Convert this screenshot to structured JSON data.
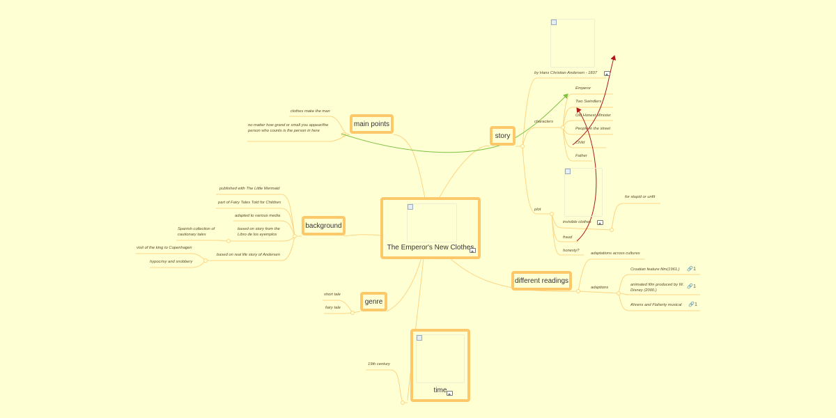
{
  "center": {
    "title": "The Emperor's New Clothes"
  },
  "main_points": {
    "title": "main points",
    "items": [
      "clothes make the man",
      "no  matter how grand or small you appear/the person who counts is the person in here"
    ]
  },
  "background": {
    "title": "background",
    "items": [
      "published with The Little Mermaid",
      "part of Fairy Tales Told for Children",
      "adapted to various media",
      "based on story from the Libro de los eyemplos",
      "Spanish collection of cautionary tales",
      "based on real life story of Andersen",
      "visit of the king to Copenhagen",
      "hypocrisy and snobbery"
    ]
  },
  "genre": {
    "title": "genre",
    "items": [
      "short tale",
      "fairy tale"
    ]
  },
  "time": {
    "title": "time",
    "items": [
      "19th century"
    ]
  },
  "story": {
    "title": "story",
    "author": "by Hans Christian Andersen - 1837",
    "characters_label": "characters",
    "characters": [
      "Emperor",
      "Two Swindlers",
      "Old Honest Minister",
      "People in the street",
      "Child",
      "Father"
    ],
    "plot_label": "plot",
    "plot": [
      "invisible clothes",
      "fraud",
      "honesty?"
    ],
    "plot_sub": "for stupid or unfit"
  },
  "readings": {
    "title": "different readings",
    "items": [
      "adaptations across cultures",
      "adaptions"
    ],
    "adaptions": [
      "Croatian feature film(1961.)",
      "animated film produced by W. Disney (2000.)",
      "Ahrens and Flaherty musical"
    ],
    "link_count": "1"
  },
  "colors": {
    "background": "#ffffd4",
    "node_border": "#fcc86a",
    "branch": "#fcd584",
    "green_link": "#7dc242",
    "red_link": "#b01818"
  },
  "icons": [
    "image-icon",
    "link-icon"
  ]
}
